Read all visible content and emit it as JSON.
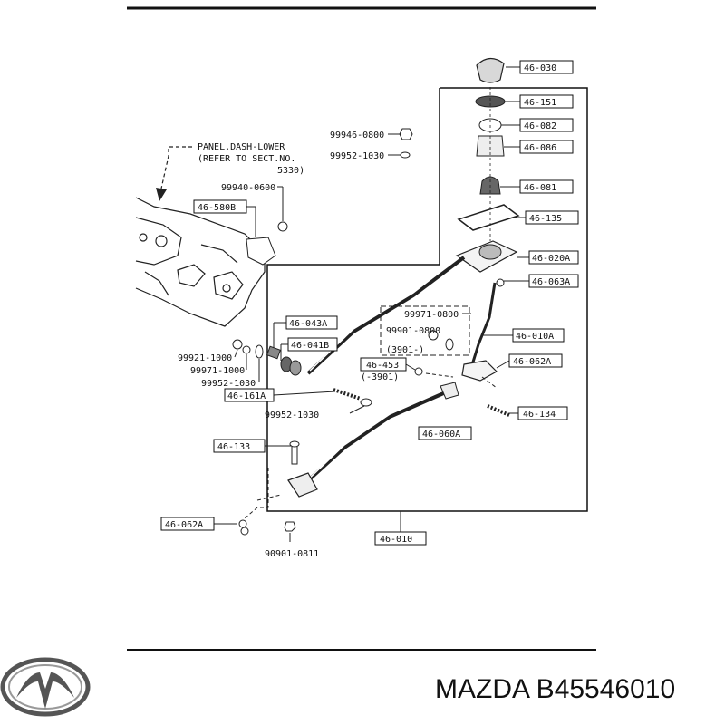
{
  "panel": {
    "title_line1": "PANEL.DASH-LOWER",
    "title_line2": "(REFER TO SECT.NO.",
    "title_line3": "5330)"
  },
  "parts": {
    "p46_030": "46-030",
    "p46_151": "46-151",
    "p46_082": "46-082",
    "p46_086": "46-086",
    "p46_081": "46-081",
    "p46_135": "46-135",
    "p46_020A": "46-020A",
    "p46_063A": "46-063A",
    "p46_010A": "46-010A",
    "p46_062A_right": "46-062A",
    "p46_134": "46-134",
    "p46_060A": "46-060A",
    "p46_580B": "46-580B",
    "p46_043A": "46-043A",
    "p46_041B": "46-041B",
    "p46_161A": "46-161A",
    "p46_453": "46-453",
    "p46_133": "46-133",
    "p46_062A_left": "46-062A",
    "p46_010": "46-010"
  },
  "fasteners": {
    "f99946": "99946-0800",
    "f99952_top": "99952-1030",
    "f99940": "99940-0600",
    "f99971_box": "99971-0800",
    "f99901_box": "99901-0800",
    "f3901_box": "(3901-)",
    "f3901_453": "(-3901)",
    "f99921": "99921-1000",
    "f99971_left": "99971-1000",
    "f99952_left": "99952-1030",
    "f99952_bottom": "99952-1030",
    "f90901": "90901-0811"
  },
  "footer": {
    "brand_text": "MAZDA B45546010"
  }
}
